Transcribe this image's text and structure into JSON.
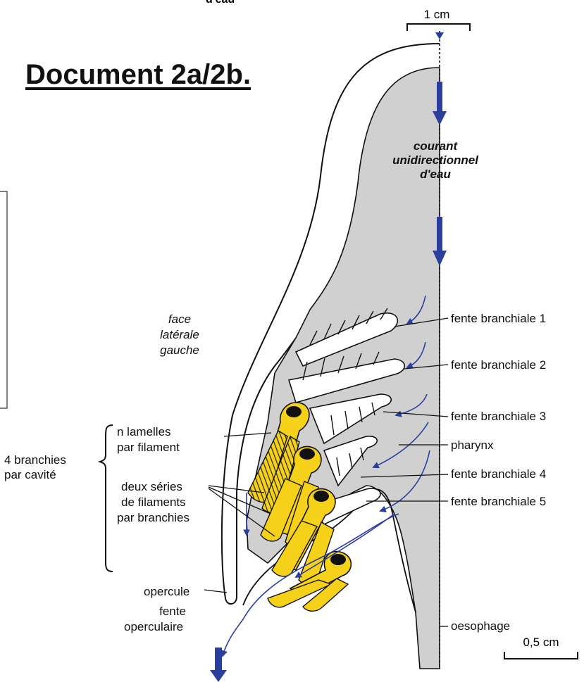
{
  "top_cut_text": "d'eau",
  "title": "Document 2a/2b.",
  "scales": {
    "top": "1 cm",
    "bottom": "0,5 cm"
  },
  "current_label": [
    "courant",
    "unidirectionnel",
    "d'eau"
  ],
  "face_label": [
    "face",
    "latérale",
    "gauche"
  ],
  "right_labels": [
    "fente branchiale 1",
    "fente branchiale 2",
    "fente branchiale 3",
    "pharynx",
    "fente branchiale 4",
    "fente branchiale 5",
    "oesophage"
  ],
  "left_labels": {
    "branchies_cavite": [
      "4 branchies",
      "par cavité"
    ],
    "lamelles": [
      "n lamelles",
      "par filament"
    ],
    "series": [
      "deux séries",
      "de filaments",
      "par branchies"
    ],
    "opercule": "opercule",
    "fente_operculaire": [
      "fente",
      "operculaire"
    ]
  },
  "colors": {
    "pharynx_fill": "#d0d0d0",
    "gill_fill": "#f5d11a",
    "arrow_blue": "#2a3e9c",
    "outline": "#111111"
  }
}
